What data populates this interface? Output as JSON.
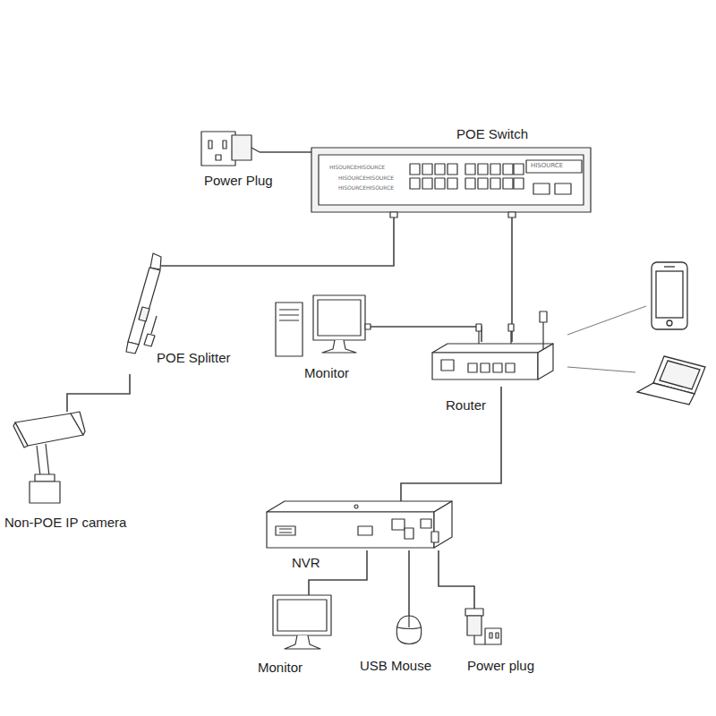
{
  "diagram": {
    "nodes": [
      {
        "text": [
          "POE Switch"
        ]
      },
      {
        "text": [
          "Power Plug"
        ]
      },
      {
        "text": [
          "POE Splitter"
        ]
      },
      {
        "text": [
          "Monitor"
        ]
      },
      {
        "text": [
          "Router"
        ]
      },
      {
        "text": [
          "Non-POE IP camera"
        ]
      },
      {
        "text": [
          "NVR"
        ]
      },
      {
        "text": [
          "Monitor"
        ]
      },
      {
        "text": [
          "USB Mouse"
        ]
      },
      {
        "text": [
          "Power plug"
        ]
      }
    ],
    "edges": [
      {
        "from": 1,
        "to": 0,
        "arrow": "none"
      },
      {
        "from": 0,
        "to": 2,
        "arrow": "none"
      },
      {
        "from": 2,
        "to": 5,
        "arrow": "none"
      },
      {
        "from": 0,
        "to": 4,
        "arrow": "none"
      },
      {
        "from": 3,
        "to": 4,
        "arrow": "none"
      },
      {
        "from": 4,
        "to": 6,
        "arrow": "none"
      },
      {
        "from": 6,
        "to": 7,
        "arrow": "none"
      },
      {
        "from": 6,
        "to": 8,
        "arrow": "none"
      },
      {
        "from": 6,
        "to": 9,
        "arrow": "none"
      }
    ],
    "labels": [
      "HISOURCEHISOURCE",
      "HISOURCEHISOURCE",
      "HISOURCEHISOURCE",
      "HISOURCE"
    ]
  }
}
